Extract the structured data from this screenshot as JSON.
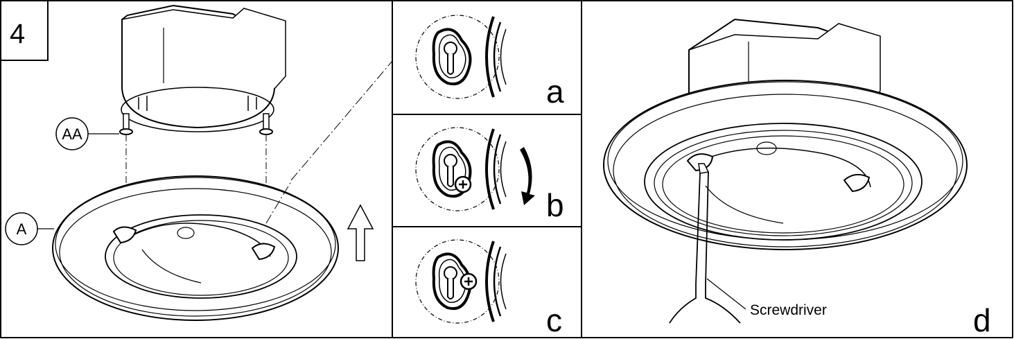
{
  "step_number": "4",
  "callouts": {
    "screws": "AA",
    "ring": "A"
  },
  "panel_letters": {
    "a": "a",
    "b": "b",
    "c": "c",
    "d": "d"
  },
  "tool_label": "Screwdriver"
}
